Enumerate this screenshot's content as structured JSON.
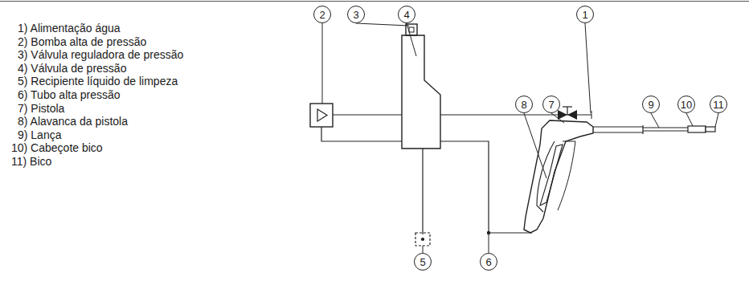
{
  "diagram": {
    "nodes": [
      {
        "text": [
          "2"
        ]
      },
      {
        "text": [
          "3"
        ]
      },
      {
        "text": [
          "4"
        ]
      },
      {
        "text": [
          "1"
        ]
      },
      {
        "text": [
          "8"
        ]
      },
      {
        "text": [
          "7"
        ]
      },
      {
        "text": [
          "9"
        ]
      },
      {
        "text": [
          "10"
        ]
      },
      {
        "text": [
          "11"
        ]
      },
      {
        "text": [
          "5"
        ]
      },
      {
        "text": [
          "6"
        ]
      }
    ],
    "edges": [],
    "labels": [
      "1) Alimentação água",
      "2) Bomba alta de pressão",
      "3) Válvula reguladora de pressão",
      "4) Válvula de pressão",
      "5) Recipiente líquido de limpeza",
      "6) Tubo alta pressão",
      "7) Pistola",
      "8) Alavanca da pistola",
      "9) Lança",
      "10) Cabeçote bico",
      "11) Bico"
    ]
  }
}
